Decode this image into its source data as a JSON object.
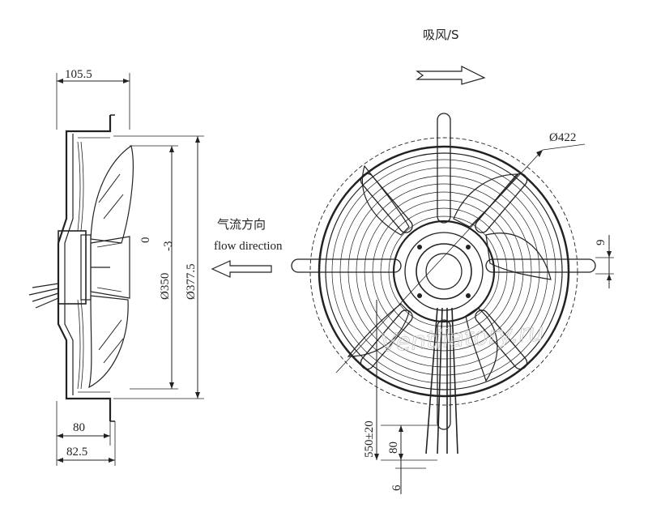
{
  "labels": {
    "intake": "吸风/S",
    "flow_cn": "气流方向",
    "flow_en": "flow direction",
    "watermark": "Ventilatory.ru"
  },
  "side_view": {
    "dim_top_width": "105.5",
    "dim_bottom_80": "80",
    "dim_bottom_825": "82.5",
    "dim_tol_upper": "0",
    "dim_tol_lower": "-3",
    "dim_dia_350": "Ø350",
    "dim_dia_3775": "Ø377.5"
  },
  "front_view": {
    "dim_dia_422": "Ø422",
    "dim_9": "9",
    "dim_cable": "550±20",
    "dim_80": "80",
    "dim_6": "6"
  },
  "colors": {
    "line": "#222222",
    "watermark": "#c9c9c9",
    "background": "#ffffff"
  }
}
